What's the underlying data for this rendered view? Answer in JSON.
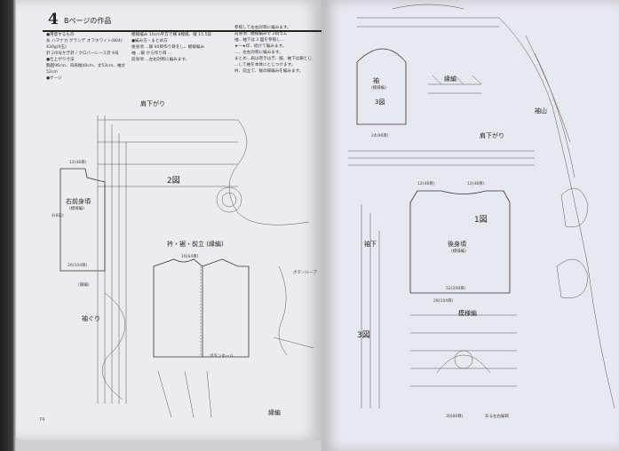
{
  "left_page": {
    "pattern_number": "4",
    "header_title": "Bページの作品",
    "intro_left": "●用意するもの\n糸 ハマナカ グランデ オフホワイト(804) 430g(9玉)\n針 2/0号かぎ針 / クロバーレース針 6号\n●仕上がり寸法\n胸囲96cm、背肩幅40cm、丈53cm、袖丈52cm\n●ゲージ",
    "intro_right": "模様編み 10cm平方で横 8模様、縦 15.5段\n●編み方・まとめ方\n後身頃 ...鎖 90目作り目をし、模様編み\n袖 ...鎖 から作り目 ...\n前身頃 ...左右対称に編みます。",
    "intro_far": "参照して左右対称に編みます。\n前身頃...模様編みで 2目ゴム\n袖…袖下は 3 図を参照し…\n★〜★印…続けて編みます。\n…、左右対称に編みます。\nまとめ…肩は巻きはぎ、脇、袖下は鎖とじ\n…して袖を本体にとじつけます。\n衿、前立て、裾の縁編みを編みます。",
    "labels": {
      "shoulder": "肩下がり",
      "figure2": "2図",
      "right_front": "右前身頃",
      "pattern_st": "(模様編)",
      "chain_st": "(鎖編)",
      "armhole": "袖ぐり",
      "collar_title": "衿・裾・前立 (縁編)",
      "button_loop": "ボタンループ",
      "button_hole": "ボタンホール",
      "edge_st": "縁編",
      "dim_12": "12(48目)",
      "dim_26": "26(104目)",
      "dim_4": "4(8段)",
      "dim_16": "16(64目)"
    },
    "page_number": "74"
  },
  "right_page": {
    "labels": {
      "sleeve": "袖",
      "sleeve_pattern": "(模様編)",
      "figure3a": "3図",
      "edge_st": "縁編",
      "sleeve_top": "袖山",
      "shoulder": "肩下がり",
      "figure1": "1図",
      "back": "後身頃",
      "back_pattern": "(模様編)",
      "sleeve_under": "袖下",
      "pattern_st": "模様編",
      "figure3b": "3図",
      "dim_back": "52(208目)",
      "dim_sleeve": "24(96目)",
      "dim_bottom": "30(88目)",
      "dim_12": "12(48目)",
      "dim_28": "28(104目)",
      "dim_12b": "12(48目)",
      "note_bottom": "ある左右編目"
    }
  }
}
